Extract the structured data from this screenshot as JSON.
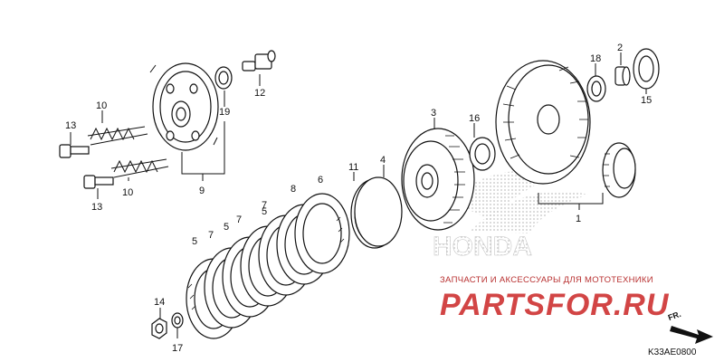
{
  "diagram": {
    "callouts": [
      {
        "id": "c1",
        "label": "1"
      },
      {
        "id": "c2",
        "label": "2"
      },
      {
        "id": "c3",
        "label": "3"
      },
      {
        "id": "c4",
        "label": "4"
      },
      {
        "id": "c5a",
        "label": "5"
      },
      {
        "id": "c5b",
        "label": "5"
      },
      {
        "id": "c5c",
        "label": "5"
      },
      {
        "id": "c6",
        "label": "6"
      },
      {
        "id": "c7a",
        "label": "7"
      },
      {
        "id": "c7b",
        "label": "7"
      },
      {
        "id": "c7c",
        "label": "7"
      },
      {
        "id": "c8",
        "label": "8"
      },
      {
        "id": "c9",
        "label": "9"
      },
      {
        "id": "c10a",
        "label": "10"
      },
      {
        "id": "c10b",
        "label": "10"
      },
      {
        "id": "c11",
        "label": "11"
      },
      {
        "id": "c12",
        "label": "12"
      },
      {
        "id": "c13a",
        "label": "13"
      },
      {
        "id": "c13b",
        "label": "13"
      },
      {
        "id": "c14",
        "label": "14"
      },
      {
        "id": "c15",
        "label": "15"
      },
      {
        "id": "c16",
        "label": "16"
      },
      {
        "id": "c17",
        "label": "17"
      },
      {
        "id": "c18",
        "label": "18"
      },
      {
        "id": "c19",
        "label": "19"
      }
    ],
    "diagram_code": "K33AE0800",
    "direction_label": "FR."
  },
  "watermark": {
    "brand": "HONDA",
    "tagline": "ЗАПЧАСТИ И АКСЕССУАРЫ ДЛЯ МОТОТЕХНИКИ",
    "site": "PARTSFOR.RU"
  },
  "colors": {
    "line": "#111111",
    "watermark_red": "#d24545",
    "watermark_gray": "#c8c8c8"
  }
}
